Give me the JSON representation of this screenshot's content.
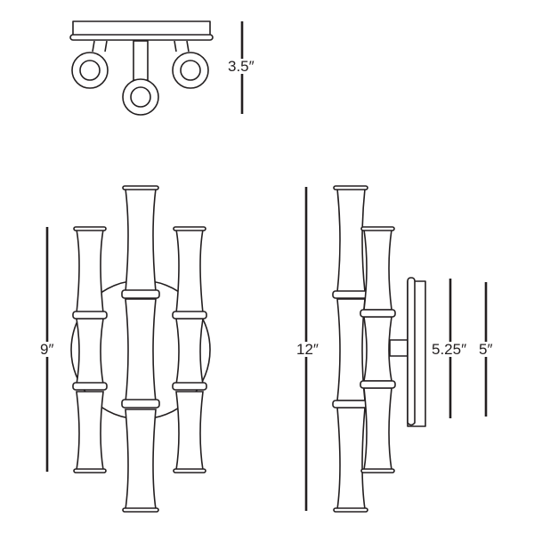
{
  "diagram": {
    "type": "product-dimension-drawing",
    "views": [
      {
        "name": "top-view",
        "dimension_label": "3.5″"
      },
      {
        "name": "front-view",
        "dimension_label": "9″"
      },
      {
        "name": "side-view",
        "dimension_labels": [
          "12″",
          "5.25″",
          "5″"
        ]
      }
    ]
  },
  "labels": {
    "depth": "3.5″",
    "front_height": "9″",
    "overall_height": "12″",
    "backplate_height": "5.25″",
    "backplate_width": "5″"
  },
  "colors": {
    "line": "#231f20",
    "background": "#ffffff"
  }
}
